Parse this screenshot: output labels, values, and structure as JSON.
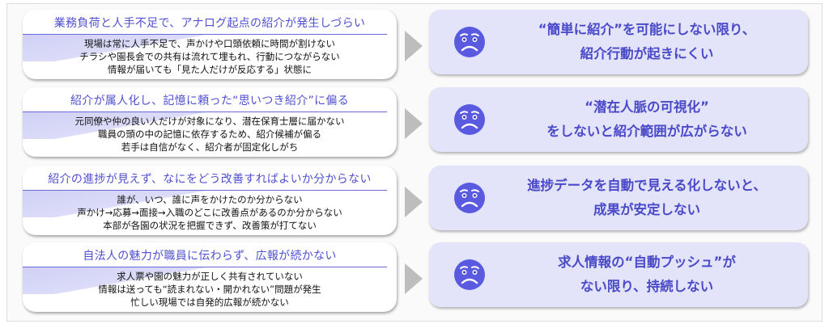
{
  "rows": [
    {
      "title": "業務負荷と人手不足で、アナログ起点の紹介が発生しづらい",
      "lines": [
        "現場は常に人手不足で、声かけや口頭依頼に時間が割けない",
        "チラシや園長会での共有は流れて埋もれ、行動につながらない",
        "情報が届いても「見た人だけが反応する」状態に"
      ],
      "result": [
        "“簡単に紹介”を可能にしない限り、",
        "紹介行動が起きにくい"
      ]
    },
    {
      "title": "紹介が属人化し、記憶に頼った“思いつき紹介”に偏る",
      "lines": [
        "元同僚や仲の良い人だけが対象になり、潜在保育士層に届かない",
        "職員の頭の中の記憶に依存するため、紹介候補が偏る",
        "若手は自信がなく、紹介者が固定化しがち"
      ],
      "result": [
        "“潜在人脈の可視化”",
        "をしないと紹介範囲が広がらない"
      ]
    },
    {
      "title": "紹介の進捗が見えず、なにをどう改善すればよいか分からない",
      "lines": [
        "誰が、いつ、誰に声をかけたのか分からない",
        "声かけ→応募→面接→入職のどこに改善点があるのか分からない",
        "本部が各園の状況を把握できず、改善策が打てない"
      ],
      "result": [
        "進捗データを自動で見える化しないと、",
        "成果が安定しない"
      ]
    },
    {
      "title": "自法人の魅力が職員に伝わらず、広報が続かない",
      "lines": [
        "求人票や園の魅力が正しく共有されていない",
        "情報は送っても“読まれない・開かれない”問題が発生",
        "忙しい現場では自発的広報が続かない"
      ],
      "result": [
        "求人情報の“自動プッシュ”が",
        "ない限り、持続しない"
      ]
    }
  ],
  "icons": {
    "face": "worried-face-icon",
    "arrow": "triangle-right-icon"
  },
  "colors": {
    "accent": "#5050d0",
    "result_bg": "#e3e3fa",
    "face": "#5a5ae0"
  }
}
